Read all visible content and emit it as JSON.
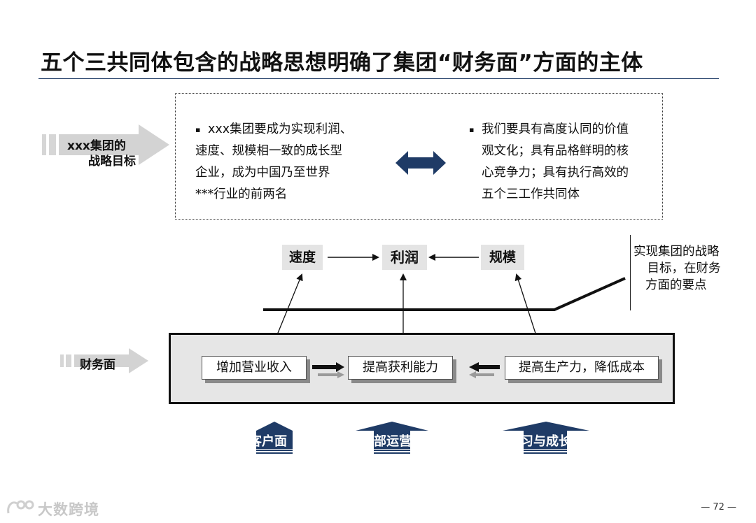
{
  "title": "五个三共同体包含的战略思想明确了集团“财务面”方面的主体",
  "strategy_label_line1": "xxx集团的",
  "strategy_label_line2": "战略目标",
  "goal_left_lines": [
    "xxx集团要成为实现利润、",
    "速度、规模相一致的成长型",
    "企业，成为中国乃至世界",
    "***行业的前两名"
  ],
  "goal_right_lines": [
    "我们要具有高度认同的价值",
    "观文化；具有品格鲜明的核",
    "心竞争力；具有执行高效的",
    "五个三工作共同体"
  ],
  "bullet_char": "▪",
  "top_nodes": {
    "speed": "速度",
    "profit": "利润",
    "scale": "规模"
  },
  "note": [
    "实现集团的战略",
    "目标，在财务",
    "方面的要点"
  ],
  "finance_label": "财务面",
  "finance_boxes": {
    "revenue": "增加营业收入",
    "profitability": "提高获利能力",
    "productivity": "提高生产力，降低成本"
  },
  "bottom_labels": {
    "customer": "客户面",
    "internal": "内部运营",
    "learning": "学习与成长"
  },
  "page_number": "— 72 —",
  "watermark": "大数跨境",
  "colors": {
    "accent": "#1f3b66",
    "panel": "#e6e6e6",
    "node_bg": "#e4e4e4",
    "arrow_gray": "#d0d0d0"
  }
}
